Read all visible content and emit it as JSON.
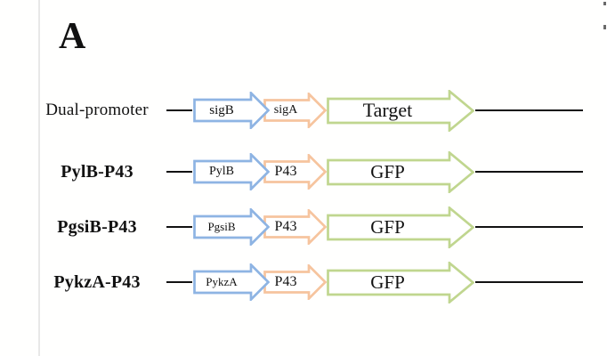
{
  "figure": {
    "panel_label": "A",
    "rows": [
      {
        "name": "Dual-promoter",
        "promoter1": "sigB",
        "promoter2": "sigA",
        "gene": "Target"
      },
      {
        "name": "PylB-P43",
        "promoter1": "PylB",
        "promoter2": "P43",
        "gene": "GFP"
      },
      {
        "name": "PgsiB-P43",
        "promoter1": "PgsiB",
        "promoter2": "P43",
        "gene": "GFP"
      },
      {
        "name": "PykzA-P43",
        "promoter1": "PykzA",
        "promoter2": "P43",
        "gene": "GFP"
      }
    ]
  },
  "colors": {
    "promoter1_outline": "#8eb4e3",
    "promoter2_outline": "#f6c49e",
    "gene_outline": "#c0d68f",
    "connector": "#121212",
    "border_line": "#e8e8e8"
  }
}
